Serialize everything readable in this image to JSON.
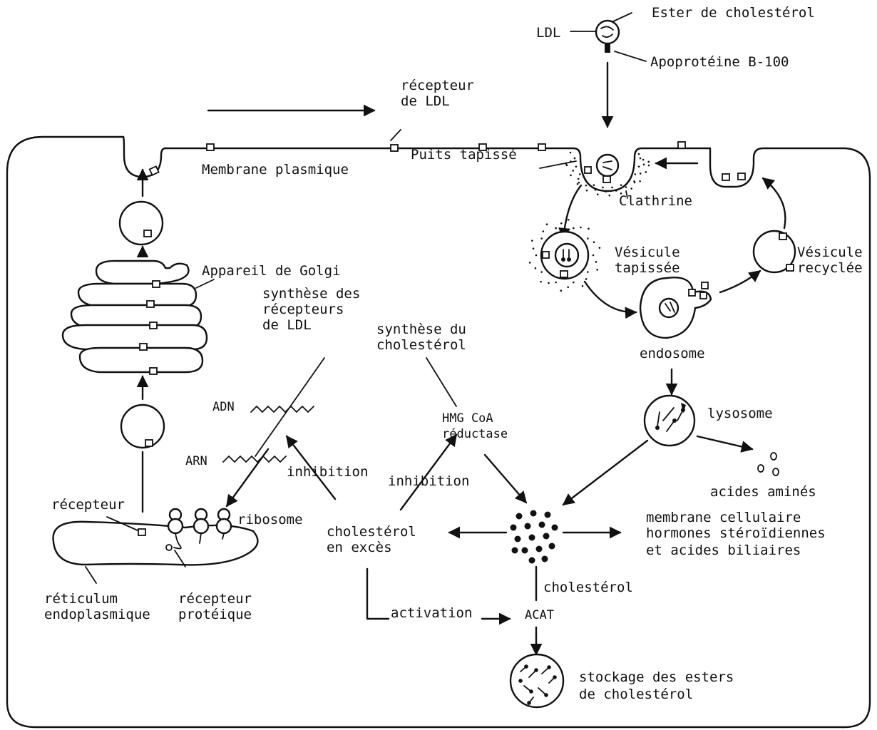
{
  "labels": {
    "ester": "Ester de cholestérol",
    "ldl": "LDL",
    "apoproteine": "Apoprotéine B-100",
    "recepteur_ldl_1": "récepteur",
    "recepteur_ldl_2": "de LDL",
    "membrane": "Membrane plasmique",
    "puits": "Puits tapissé",
    "clathrine": "Clathrine",
    "vesicule_tap_1": "Vésicule",
    "vesicule_tap_2": "tapissée",
    "vesicule_rec_1": "Vésicule",
    "vesicule_rec_2": "recyclée",
    "golgi": "Appareil de Golgi",
    "endosome": "endosome",
    "lysosome": "lysosome",
    "acides_amines": "acides aminés",
    "synth_rec_1": "synthèse des",
    "synth_rec_2": "récepteurs",
    "synth_rec_3": "de LDL",
    "synth_chol_1": "synthèse du",
    "synth_chol_2": "cholestérol",
    "adn": "ADN",
    "arn": "ARN",
    "hmg_1": "HMG CoA",
    "hmg_2": "réductase",
    "inhibition_1": "inhibition",
    "inhibition_2": "inhibition",
    "recepteur": "récepteur",
    "ribosome": "ribosome",
    "chol_exces_1": "cholestérol",
    "chol_exces_2": "en excès",
    "membrane_cell": "membrane cellulaire",
    "hormones": "hormones stéroïdiennes",
    "acides_biliaires": "et acides biliaires",
    "cholesterol": "cholestérol",
    "activation": "activation",
    "acat": "ACAT",
    "reticulum_1": "réticulum",
    "reticulum_2": "endoplasmique",
    "rec_prot_1": "récepteur",
    "rec_prot_2": "protéique",
    "stockage_1": "stockage des esters",
    "stockage_2": "de cholestérol"
  }
}
